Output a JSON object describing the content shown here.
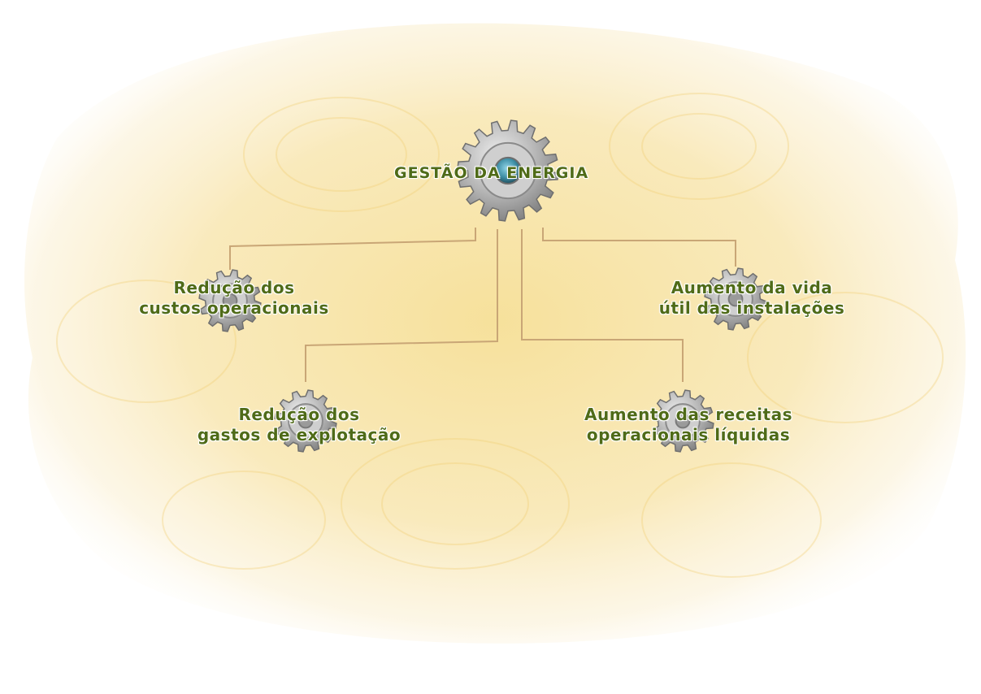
{
  "diagram": {
    "root": {
      "label": "GESTÃO DA ENERGIA"
    },
    "nodes": [
      {
        "id": "n1",
        "lines": [
          "Redução dos",
          "custos operacionais"
        ]
      },
      {
        "id": "n2",
        "lines": [
          "Aumento da vida",
          "útil das instalações"
        ]
      },
      {
        "id": "n3",
        "lines": [
          "Redução dos",
          "gastos de explotação"
        ]
      },
      {
        "id": "n4",
        "lines": [
          "Aumento das receitas",
          "operacionais líquidas"
        ]
      }
    ]
  },
  "colors": {
    "label_text": "#4f6b18",
    "connector": "#c9a676",
    "gear_metal": "#b7b7b7",
    "gear_hub": "#3f8fa6",
    "background_wash": "#f7e4a6"
  }
}
